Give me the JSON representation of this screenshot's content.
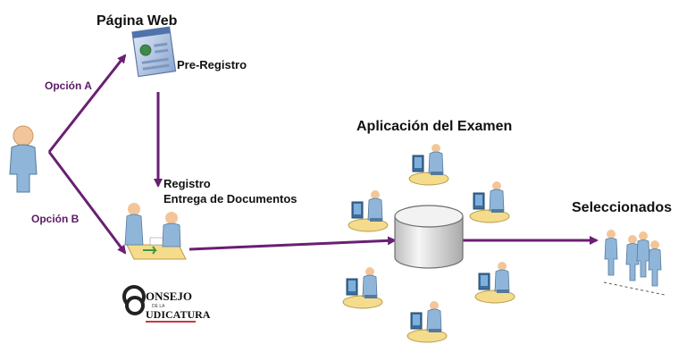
{
  "diagram": {
    "web_page_title": "Página Web",
    "pre_registro": "Pre-Registro",
    "option_a": "Opción A",
    "option_b": "Opción B",
    "registro_line1": "Registro",
    "registro_line2": "Entrega de Documentos",
    "exam_title": "Aplicación del Examen",
    "selected_title": "Seleccionados",
    "logo_text": "CONSEJO DE LA JUDICATURA"
  },
  "colors": {
    "arrow": "#6a1f73",
    "figure_skin": "#f2c69a",
    "figure_body": "#8fb6d9",
    "desk": "#f4dc8c",
    "database": "#e7e7e7"
  },
  "icons": [
    "person-icon",
    "web-page-icon",
    "registration-desk-icon",
    "database-icon",
    "computer-workstation-icon",
    "selected-group-icon",
    "logo"
  ]
}
